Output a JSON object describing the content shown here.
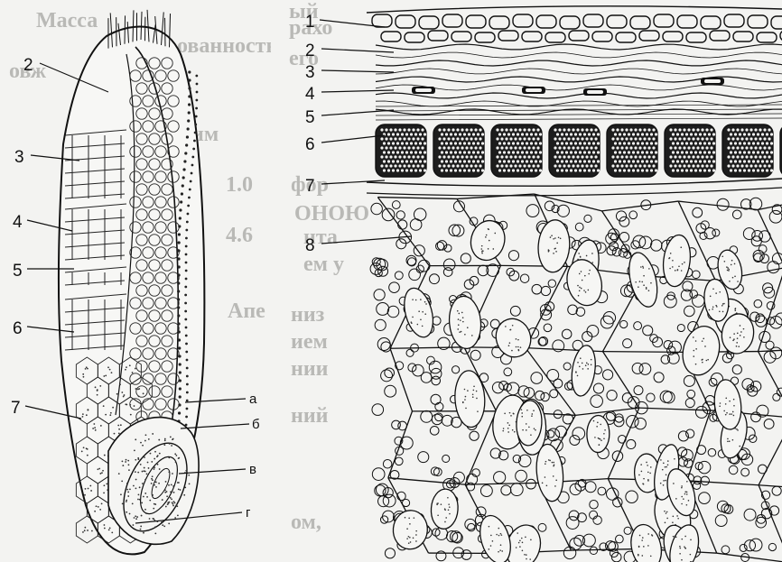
{
  "left_figure": {
    "labels": {
      "l2": "2",
      "l3": "3",
      "l4": "4",
      "l5": "5",
      "l6": "6",
      "l7": "7",
      "la": "а",
      "lb": "б",
      "lv": "в",
      "lg": "г"
    },
    "bleed_text": [
      "Масса",
      "ованность",
      "овж",
      "им",
      "Апе",
      "4.6",
      "1.0"
    ]
  },
  "right_figure": {
    "labels": {
      "r1": "1",
      "r2": "2",
      "r3": "3",
      "r4": "4",
      "r5": "5",
      "r6": "6",
      "r7": "7",
      "r8": "8"
    },
    "bleed_text": [
      "ый",
      "рахо",
      "его",
      "фор",
      "ОНОЮ",
      "нта",
      "ем у",
      "низ",
      "ием",
      "нии",
      "ом,",
      "ний"
    ]
  }
}
